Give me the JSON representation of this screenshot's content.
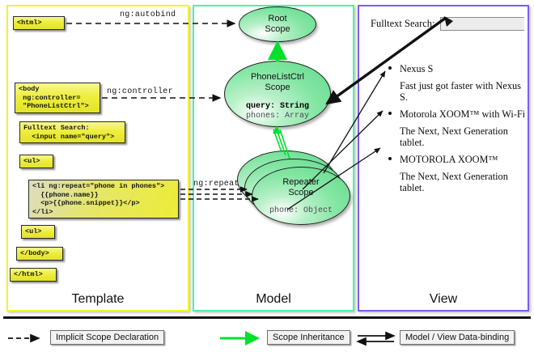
{
  "columns": [
    {
      "key": "template",
      "label": "Template",
      "border_color": "#f3f12b"
    },
    {
      "key": "model",
      "label": "Model",
      "border_color": "#4df2a6"
    },
    {
      "key": "view",
      "label": "View",
      "border_color": "#7b5cf0"
    }
  ],
  "template": {
    "boxes": [
      {
        "name": "html-open",
        "text": "<html>"
      },
      {
        "name": "body-open",
        "text": "<body\n ng:controller=\n \"PhoneListCtrl\">"
      },
      {
        "name": "fulltext-search",
        "text": "Fulltext Search:\n  <input name=\"query\">"
      },
      {
        "name": "ul-open",
        "text": "<ul>"
      },
      {
        "name": "li-repeat",
        "text": "<li ng:repeat=\"phone in phones\">\n  {{phone.name}}\n  <p>{{phone.snippet}}</p>\n</li>"
      },
      {
        "name": "ul-close",
        "text": "<ul>"
      },
      {
        "name": "body-close",
        "text": "</body>"
      },
      {
        "name": "html-close",
        "text": "</html>"
      }
    ]
  },
  "connectors": {
    "autobind": "ng:autobind",
    "controller": "ng:controller",
    "repeat": "ng:repeat"
  },
  "model": {
    "root_scope": {
      "title_line1": "Root",
      "title_line2": "Scope"
    },
    "phone_list_ctrl_scope": {
      "title_line1": "PhoneListCtrl",
      "title_line2": "Scope",
      "prop1": "query: String",
      "prop2": "phones: Array"
    },
    "repeater_scope": {
      "title_line1": "Repeater",
      "title_line2": "Scope",
      "prop1": "phone: Object"
    }
  },
  "view": {
    "search_label": "Fulltext Search:",
    "search_value": "",
    "search_placeholder": "",
    "items": [
      {
        "title": "Nexus S",
        "snippet": "Fast just got faster with Nexus S."
      },
      {
        "title": "Motorola XOOM™  with Wi-Fi",
        "snippet": "The Next, Next Generation tablet."
      },
      {
        "title": "MOTOROLA XOOM™",
        "snippet": "The Next, Next Generation tablet."
      }
    ]
  },
  "legend": {
    "items": [
      {
        "name": "implicit-scope-declaration",
        "label": "Implicit Scope Declaration",
        "arrow": "dashed-black",
        "color": "#111111"
      },
      {
        "name": "scope-inheritance",
        "label": "Scope Inheritance",
        "arrow": "solid-green",
        "color": "#00d42a"
      },
      {
        "name": "model-view-data-binding",
        "label": "Model / View Data-binding",
        "arrow": "double-black",
        "color": "#111111"
      }
    ]
  }
}
